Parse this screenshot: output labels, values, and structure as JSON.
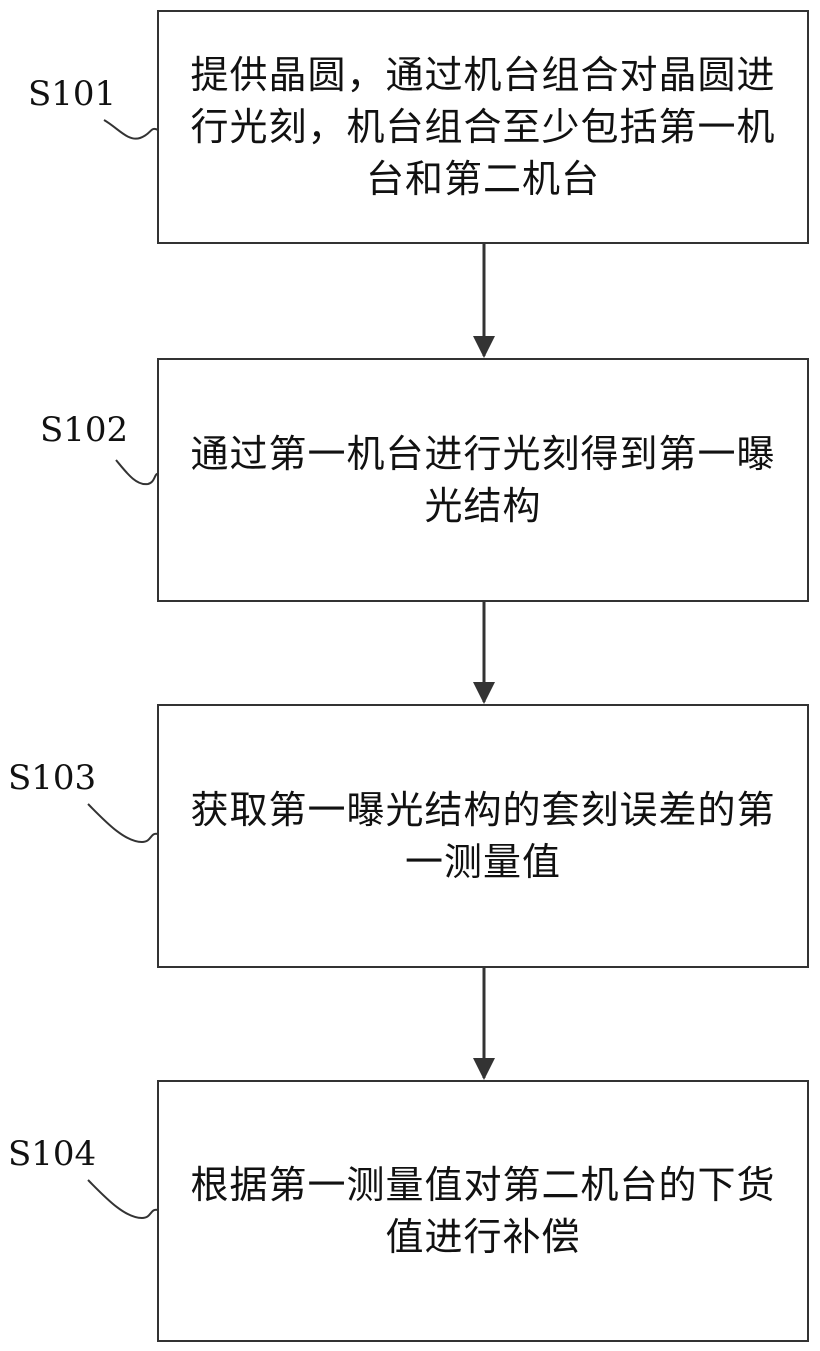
{
  "steps": [
    {
      "id": "S101",
      "text": "提供晶圆，通过机台组合对晶圆进行光刻，机台组合至少包括第一机台和第二机台"
    },
    {
      "id": "S102",
      "text": "通过第一机台进行光刻得到第一曝光结构"
    },
    {
      "id": "S103",
      "text": "获取第一曝光结构的套刻误差的第一测量值"
    },
    {
      "id": "S104",
      "text": "根据第一测量值对第二机台的下货值进行补偿"
    }
  ]
}
